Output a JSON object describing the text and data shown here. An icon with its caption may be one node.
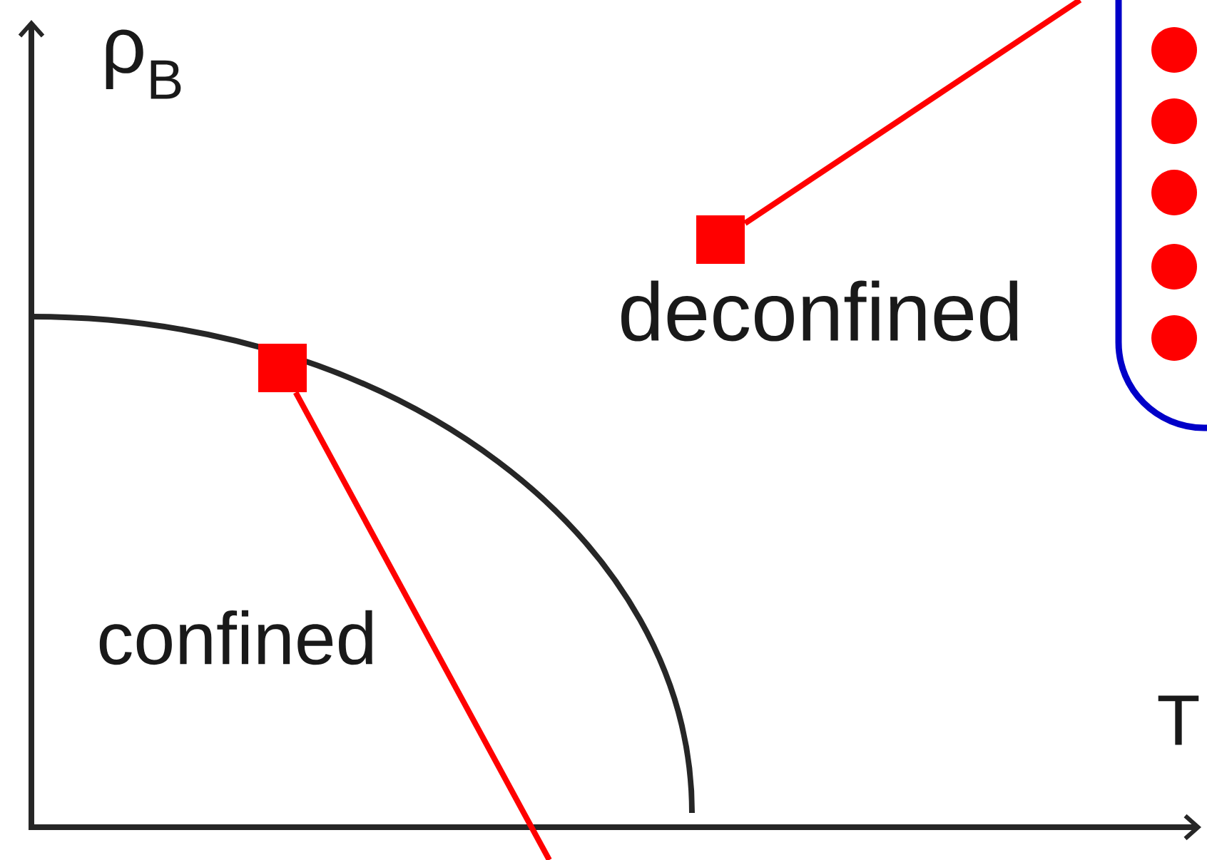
{
  "diagram": {
    "nodes": [
      {
        "text": [],
        "shape": "box"
      },
      {
        "text": [],
        "shape": "box"
      }
    ],
    "edges": [
      {
        "from": 0,
        "to": null,
        "arrow": "none"
      },
      {
        "from": 1,
        "to": null,
        "arrow": "none"
      }
    ],
    "labels": [
      "ρ$_{B}$",
      "deconfined",
      "confined",
      "T"
    ]
  }
}
